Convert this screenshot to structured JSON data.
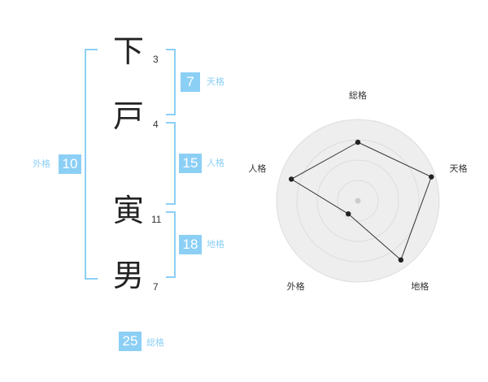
{
  "name": {
    "chars": [
      "下",
      "戸",
      "寅",
      "男"
    ],
    "strokes": [
      "3",
      "4",
      "11",
      "7"
    ]
  },
  "kaku": {
    "gaikaku": {
      "label": "外格",
      "value": "10"
    },
    "tenkaku": {
      "label": "天格",
      "value": "7"
    },
    "jinkaku": {
      "label": "人格",
      "value": "15"
    },
    "chikaku": {
      "label": "地格",
      "value": "18"
    },
    "soukaku": {
      "label": "総格",
      "value": "25"
    }
  },
  "chart_data": {
    "type": "radar",
    "axes": [
      "総格",
      "天格",
      "地格",
      "外格",
      "人格"
    ],
    "values": [
      0.72,
      0.95,
      0.9,
      0.2,
      0.86
    ],
    "rings": 4,
    "max": 1,
    "colors": {
      "fill": "#eeeeee",
      "ring": "#dddddd",
      "line": "#333333",
      "point": "#222222",
      "center": "#cccccc"
    }
  }
}
